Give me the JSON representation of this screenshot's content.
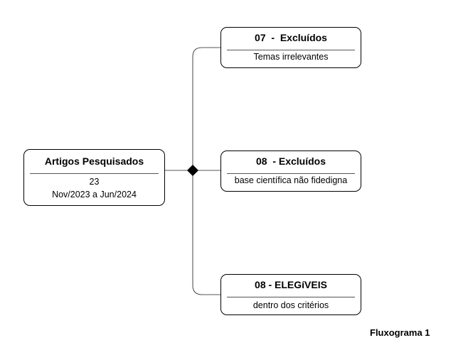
{
  "flowchart": {
    "source": {
      "title": "Artigos Pesquisados",
      "count": "23",
      "period": "Nov/2023 a Jun/2024"
    },
    "branches": [
      {
        "title": "07  -  Excluídos",
        "detail": "Temas irrelevantes"
      },
      {
        "title": "08  - Excluídos",
        "detail": "base científica não fidedigna"
      },
      {
        "title": "08 - ELEGíVEIS",
        "detail": "dentro dos critérios"
      }
    ]
  },
  "caption": "Fluxograma 1",
  "colors": {
    "stroke": "#000000",
    "connector": "#555555",
    "background": "#ffffff"
  },
  "icons": {
    "junction": "diamond-icon"
  }
}
